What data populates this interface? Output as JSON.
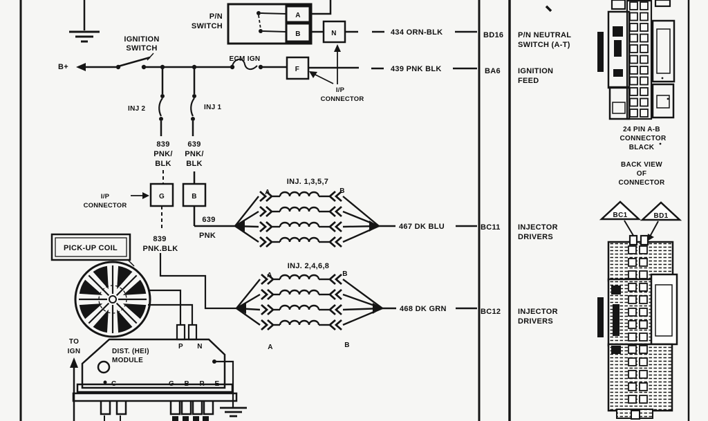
{
  "colors": {
    "ink": "#1b1b1b",
    "paper": "#f6f6f4"
  },
  "labels": {
    "b_plus": "B+",
    "ignition_switch": [
      "IGNITION",
      "SWITCH"
    ],
    "pn_switch": [
      "P/N",
      "SWITCH"
    ],
    "ecm_ign": "ECM IGN",
    "ip_connector": [
      "I/P",
      "CONNECTOR"
    ],
    "inj2": "INJ 2",
    "inj1": "INJ 1",
    "wire839_stack": [
      "839",
      "PNK/",
      "BLK"
    ],
    "wire639_stack": [
      "639",
      "PNK/",
      "BLK"
    ],
    "wire639_pnk": [
      "639",
      "PNK"
    ],
    "wire839_pnkblk": [
      "839",
      "PNK.BLK"
    ],
    "inj_group1": "INJ. 1,3,5,7",
    "inj_group2": "INJ. 2,4,6,8",
    "a": "A",
    "b": "B",
    "wire434": "434 ORN-BLK",
    "wire439": "439 PNK BLK",
    "wire467": "467 DK BLU",
    "wire468": "468 DK GRN",
    "pickup_coil": "PICK-UP COIL",
    "to_ign": [
      "TO",
      "IGN"
    ],
    "dist_module": [
      "DIST. (HEI)",
      "MODULE"
    ],
    "module_pn": "P N",
    "module_c": "C",
    "module_gbre": "G B R E"
  },
  "terminals": {
    "a": "A",
    "b": "B",
    "n": "N",
    "f": "F",
    "g": "G",
    "b2": "B"
  },
  "pins": [
    {
      "id": "BD16",
      "desc": [
        "P/N NEUTRAL",
        "SWITCH (A-T)"
      ]
    },
    {
      "id": "BA6",
      "desc": [
        "IGNITION",
        "FEED"
      ]
    },
    {
      "id": "BC11",
      "desc": [
        "INJECTOR",
        "DRIVERS"
      ]
    },
    {
      "id": "BC12",
      "desc": [
        "INJECTOR",
        "DRIVERS"
      ]
    }
  ],
  "connector_right": {
    "label_24pin": [
      "24 PIN A-B",
      "CONNECTOR",
      "BLACK"
    ],
    "back_view": [
      "BACK VIEW",
      "OF",
      "CONNECTOR"
    ],
    "bc1": "BC1",
    "bd1": "BD1"
  }
}
